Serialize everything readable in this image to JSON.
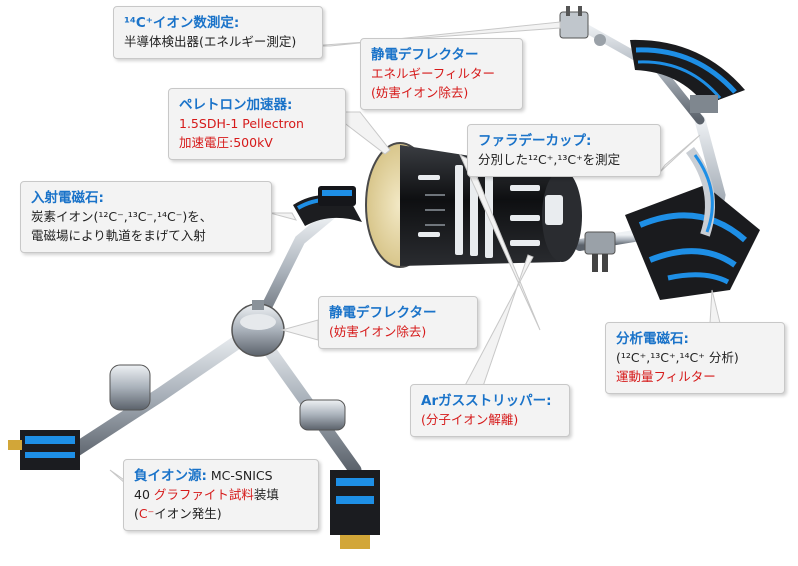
{
  "colors": {
    "title_blue": "#1a73c9",
    "highlight_red": "#d61a1a",
    "machine_blue": "#1e8fe6",
    "callout_bg": "#f3f3f3"
  },
  "callouts": {
    "detector": {
      "title": "¹⁴C⁺イオン数測定:",
      "line1": "半導体検出器(エネルギー測定)"
    },
    "esa_top": {
      "title": "静電デフレクター",
      "line1": "エネルギーフィルター",
      "line2": "(妨害イオン除去)"
    },
    "pelletron": {
      "title": "ペレトロン加速器:",
      "line1": "1.5SDH-1 Pellectron",
      "line2": "加速電圧:500kV"
    },
    "faraday": {
      "title": "ファラデーカップ:",
      "line1": "分別した¹²C⁺,¹³C⁺を測定"
    },
    "injection": {
      "title": "入射電磁石:",
      "line1": "炭素イオン(¹²C⁻,¹³C⁻,¹⁴C⁻)を、",
      "line2": "電磁場により軌道をまげて入射"
    },
    "esa_mid": {
      "title": "静電デフレクター",
      "line1": "(妨害イオン除去)"
    },
    "stripper": {
      "title": "Arガスストリッパー:",
      "line1": "(分子イオン解離)"
    },
    "analyzer": {
      "title": "分析電磁石:",
      "line1": "(¹²C⁺,¹³C⁺,¹⁴C⁺ 分析)",
      "line2": "運動量フィルター"
    },
    "ion_source": {
      "title": "負イオン源:",
      "title_rest": " MC-SNICS",
      "line1_num": "40 ",
      "line1_red": "グラファイト試料",
      "line1_black": "装填",
      "line2_open": "(",
      "line2_red": "C⁻",
      "line2_rest": "イオン発生)"
    }
  }
}
